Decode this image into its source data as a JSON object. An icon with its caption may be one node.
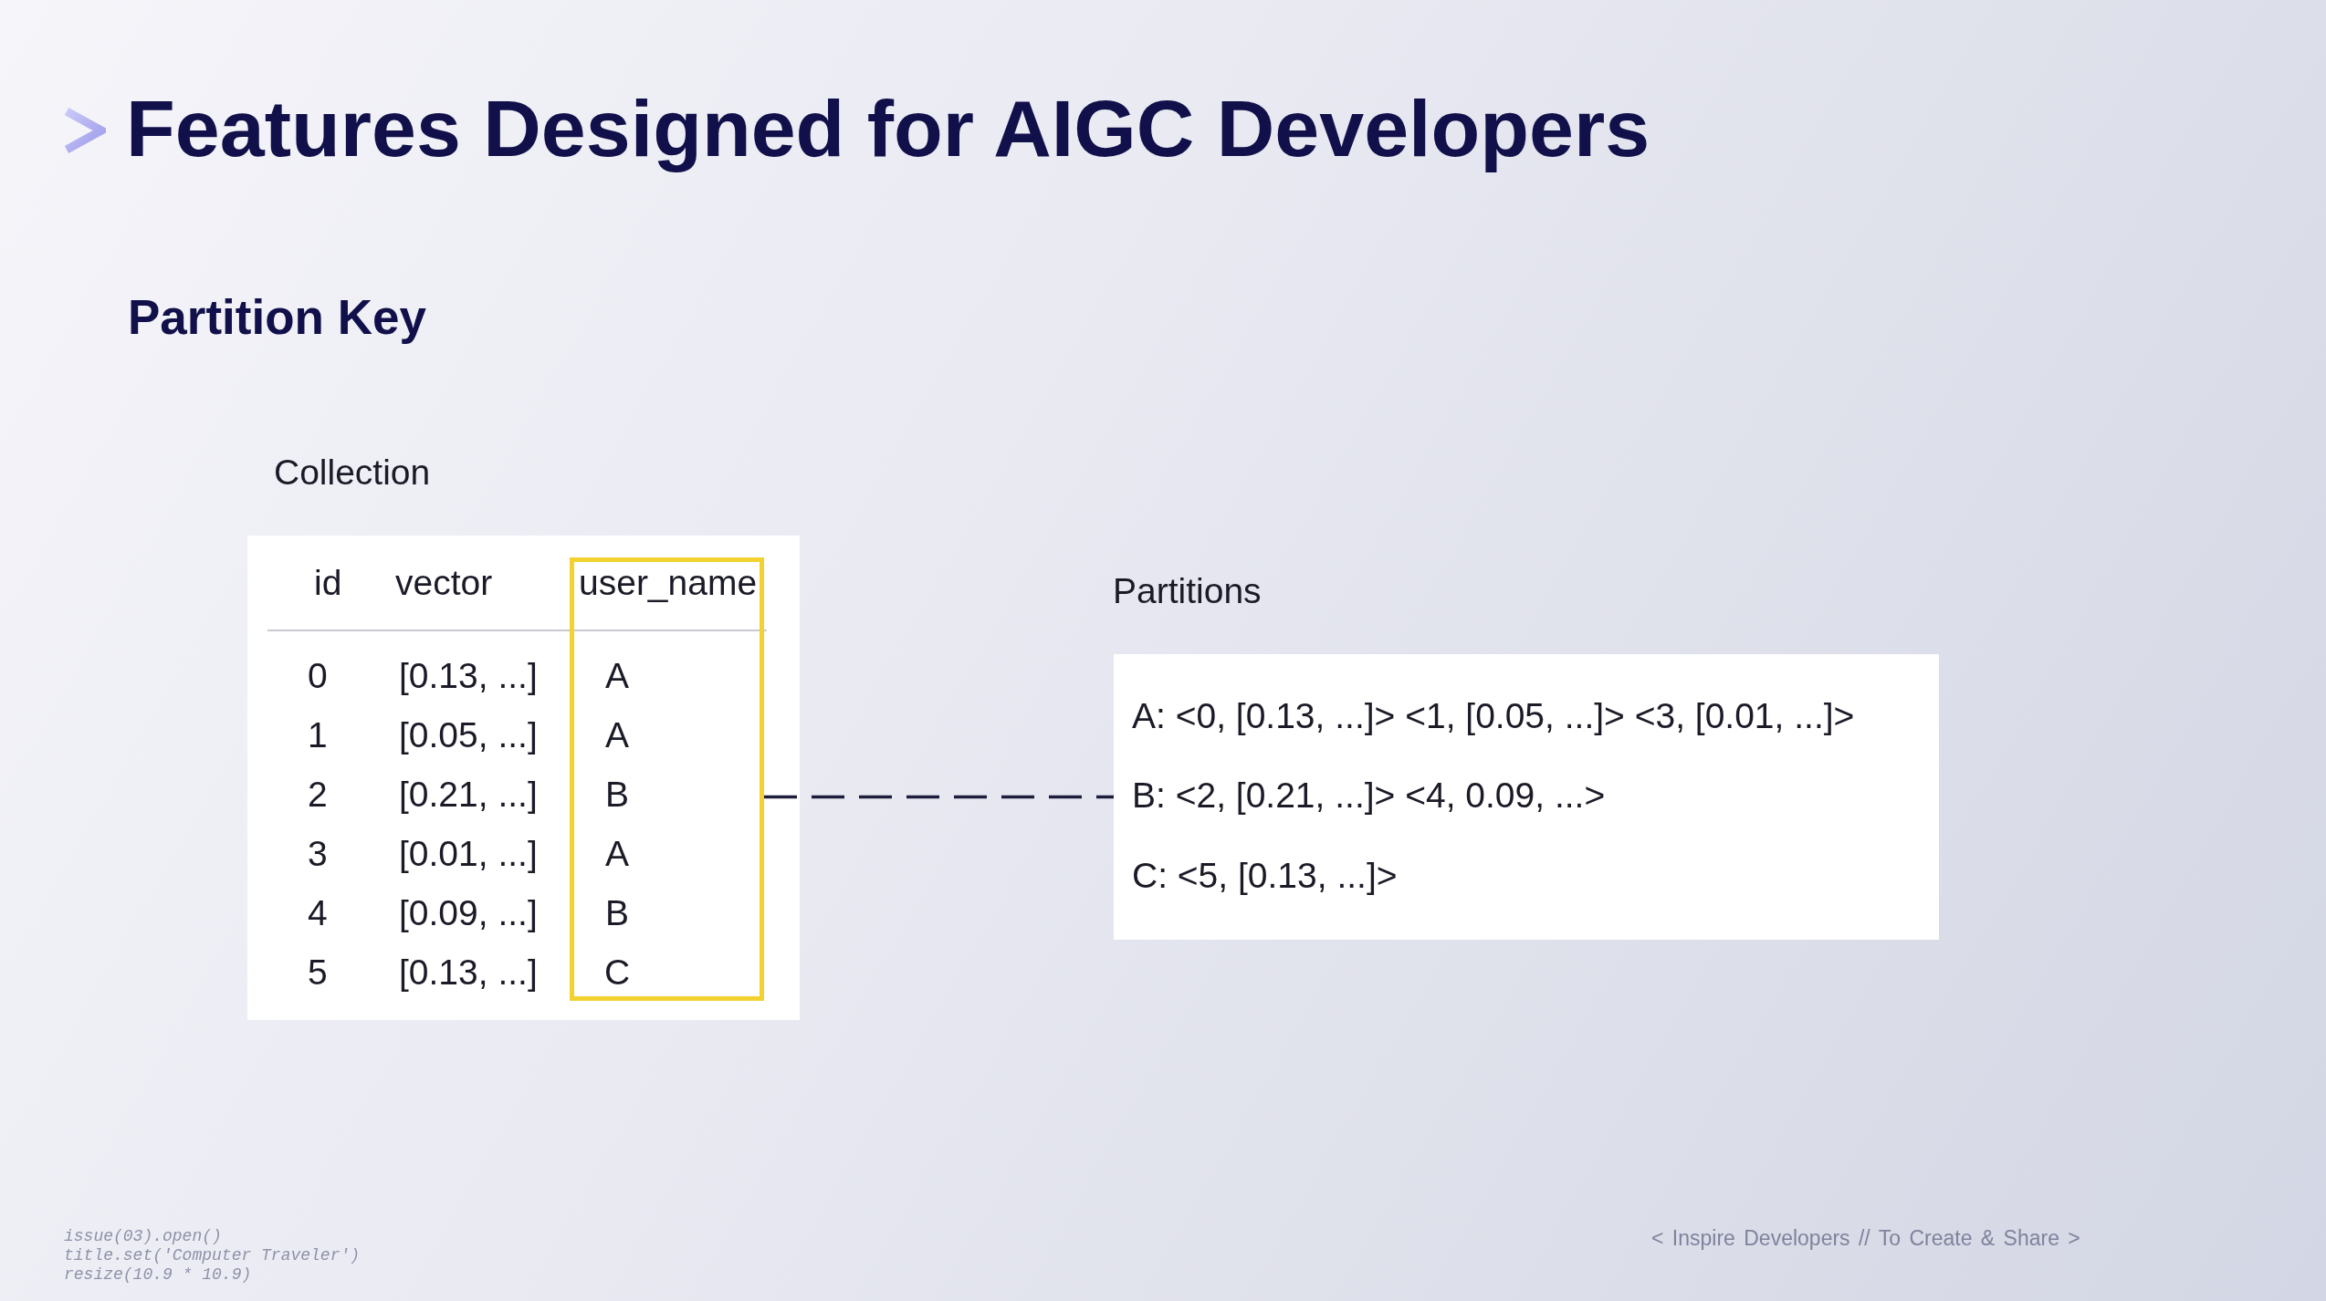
{
  "diagram": {
    "title": "Features Designed for AIGC Developers",
    "nodes": [
      {
        "text": [
          "Collection",
          "id",
          "vector",
          "0",
          "[0.13, ...]",
          "1",
          "[0.05, ...]",
          "2",
          "[0.21, ...]",
          "3",
          "[0.01, ...]",
          "4",
          "[0.09, ...]",
          "5",
          "[0.13, ...]"
        ]
      },
      {
        "text": [
          "user_name",
          "A",
          "A",
          "B",
          "A",
          "B",
          "C"
        ],
        "in": 0
      },
      {
        "text": [
          "Partitions",
          "A: <0, [0.13, ...]> <1, [0.05, ...]> <3, [0.01, ...]>",
          "B: <2, [0.21, ...]> <4, 0.09, ...>",
          "C: <5, [0.13, ...]>"
        ]
      }
    ],
    "edges": [
      {
        "from": 1,
        "to": 2,
        "arrow": "none",
        "style": "dashed"
      }
    ],
    "labels": [
      "Partition Key",
      "issue(03).open()",
      "title.set('Computer Traveler')",
      "resize(10.9 * 10.9)",
      "< Inspire Developers // To Create & Share >"
    ]
  }
}
